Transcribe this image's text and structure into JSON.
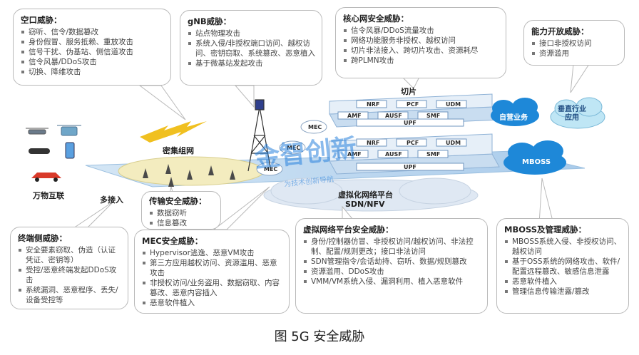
{
  "caption": "图 5G 安全威胁",
  "watermark": {
    "main": "金智创新",
    "sub": "为技术创新导航"
  },
  "threat_boxes": {
    "air": {
      "title": "空口威胁：",
      "items": [
        "窃听、信令/数据篡改",
        "身份假冒、服务抵赖、重放攻击",
        "信号干扰、伪基站、侧信道攻击",
        "信令风暴/DDoS攻击",
        "切换、降维攻击"
      ]
    },
    "gnb": {
      "title": "gNB威胁：",
      "items": [
        "站点物理攻击",
        "系统入侵/非授权端口访问、越权访问、密钥窃取、系统篡改、恶意植入",
        "基于微基站发起攻击"
      ]
    },
    "core": {
      "title": "核心网安全威胁：",
      "items": [
        "信令风暴/DDoS流量攻击",
        "网络功能服务非授权、越权访问",
        "切片非法接入、跨切片攻击、资源耗尽",
        "跨PLMN攻击"
      ]
    },
    "open": {
      "title": "能力开放威胁：",
      "items": [
        "接口非授权访问",
        "资源滥用"
      ]
    },
    "transport": {
      "title": "传输安全威胁：",
      "items": [
        "数据窃听",
        "信息篡改"
      ]
    },
    "terminal": {
      "title": "终端侧威胁：",
      "items": [
        "安全要素窃取、伪造（认证凭证、密钥等）",
        "受控/恶意终端发起DDoS攻击",
        "系统漏洞、恶意程序、丢失/设备受控等"
      ]
    },
    "mec": {
      "title": "MEC安全威胁：",
      "items": [
        "Hypervisor逃逸、恶意VM攻击",
        "第三方应用越权访问、资源滥用、恶意攻击",
        "非授权访问/业务盗用、数据窃取、内容篡改、恶意内容插入",
        "恶意软件植入"
      ]
    },
    "nfv": {
      "title": "虚拟网络平台安全威胁：",
      "items": [
        "身份/控制器仿冒、非授权访问/越权访问、非法控制、配置/规则更改；接口非法访问",
        "SDN管理指令/会话劫持、窃听、数据/规则篡改",
        "资源滥用、DDoS攻击",
        "VMM/VM系统入侵、漏洞利用、植入恶意软件"
      ]
    },
    "mboss": {
      "title": "MBOSS及管理威胁：",
      "items": [
        "MBOSS系统入侵、非授权访问、越权访问",
        "基于OSS系统的网络攻击、软件/配置远程篡改、敏感信息泄露",
        "恶意软件植入",
        "管理信息传输泄露/篡改"
      ]
    }
  },
  "diagram": {
    "iot": "万物互联",
    "multi_access": "多接入",
    "dense": "密集组网",
    "slice": "切片",
    "mec": "MEC",
    "nf_row1": [
      "NRF",
      "PCF",
      "UDM"
    ],
    "nf_row2": [
      "AMF",
      "AUSF",
      "SMF"
    ],
    "upf": "UPF",
    "platform": "虚拟化网络平台",
    "sdn_nfv": "SDN/NFV",
    "self_service": "自营业务",
    "vertical": "垂直行业\n应用",
    "mboss": "MBOSS"
  },
  "colors": {
    "plane": "#b9d6ef",
    "cloud": "#dfe8f3",
    "blue_cloud": "#1e88d8",
    "pale_cloud": "#bfe6f5",
    "dense_zone": "#f3ecbf",
    "lightning": "#f0c020",
    "watermark": "#2a85d8"
  }
}
